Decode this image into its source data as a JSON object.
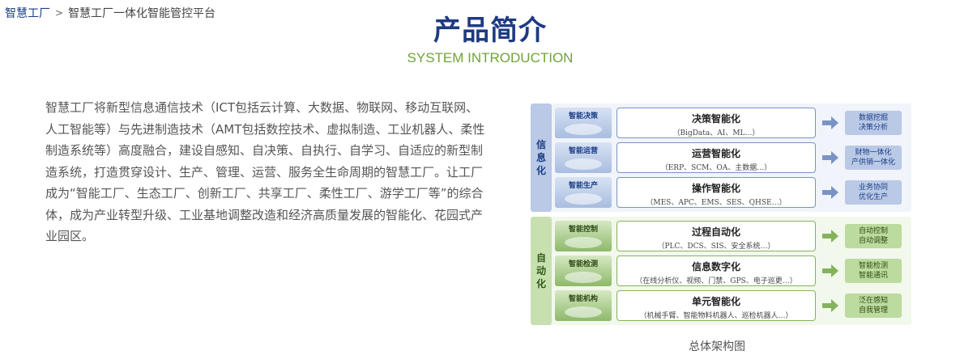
{
  "breadcrumb": {
    "home": "智慧工厂",
    "separator": ">",
    "current": "智慧工厂一体化智能管控平台"
  },
  "heading": {
    "title": "产品简介",
    "subtitle": "SYSTEM INTRODUCTION"
  },
  "intro": {
    "text": "智慧工厂将新型信息通信技术（ICT包括云计算、大数据、物联网、移动互联网、人工智能等）与先进制造技术（AMT包括数控技术、虚拟制造、工业机器人、柔性制造系统等）高度融合，建设自感知、自决策、自执行、自学习、自适应的新型制造系统，打造贯穿设计、生产、管理、运营、服务全生命周期的智慧工厂。让工厂成为“智能工厂、生态工厂、创新工厂、共享工厂、柔性工厂、游学工厂等”的综合体，成为产业转型升级、工业基地调整改造和经济高质量发展的智能化、花园式产业园区。"
  },
  "diagram": {
    "caption": "总体架构图",
    "colors": {
      "info": "#7a93c4",
      "auto": "#85b35c",
      "title": "#1e3a82",
      "subtitle": "#6fa33a"
    },
    "groups": [
      {
        "label": [
          "信",
          "息",
          "化"
        ],
        "rows": [
          {
            "thumb": "智能决策",
            "title": "决策智能化",
            "sub": "（BigData、AI、ML…）",
            "out": [
              "数据挖掘",
              "决策分析"
            ]
          },
          {
            "thumb": "智能运营",
            "title": "运营智能化",
            "sub": "（ERP、SCM、OA、主数据…）",
            "out": [
              "财物一体化",
              "产供销一体化"
            ]
          },
          {
            "thumb": "智能生产",
            "title": "操作智能化",
            "sub": "（MES、APC、EMS、SES、QHSE…）",
            "out": [
              "业务协同",
              "优化生产"
            ]
          }
        ]
      },
      {
        "label": [
          "自",
          "动",
          "化"
        ],
        "rows": [
          {
            "thumb": "智能控制",
            "title": "过程自动化",
            "sub": "（PLC、DCS、SIS、安全系统…）",
            "out": [
              "自动控制",
              "自动调整"
            ]
          },
          {
            "thumb": "智能检测",
            "title": "信息数字化",
            "sub": "（在线分析仪、视频、门禁、GPS、电子巡更…）",
            "out": [
              "智能检测",
              "智能通讯"
            ]
          },
          {
            "thumb": "智能机构",
            "title": "单元智能化",
            "sub": "（机械手臂、智能物料机器人、巡检机器人…）",
            "out": [
              "泛在感知",
              "自我管理"
            ]
          }
        ]
      }
    ]
  }
}
